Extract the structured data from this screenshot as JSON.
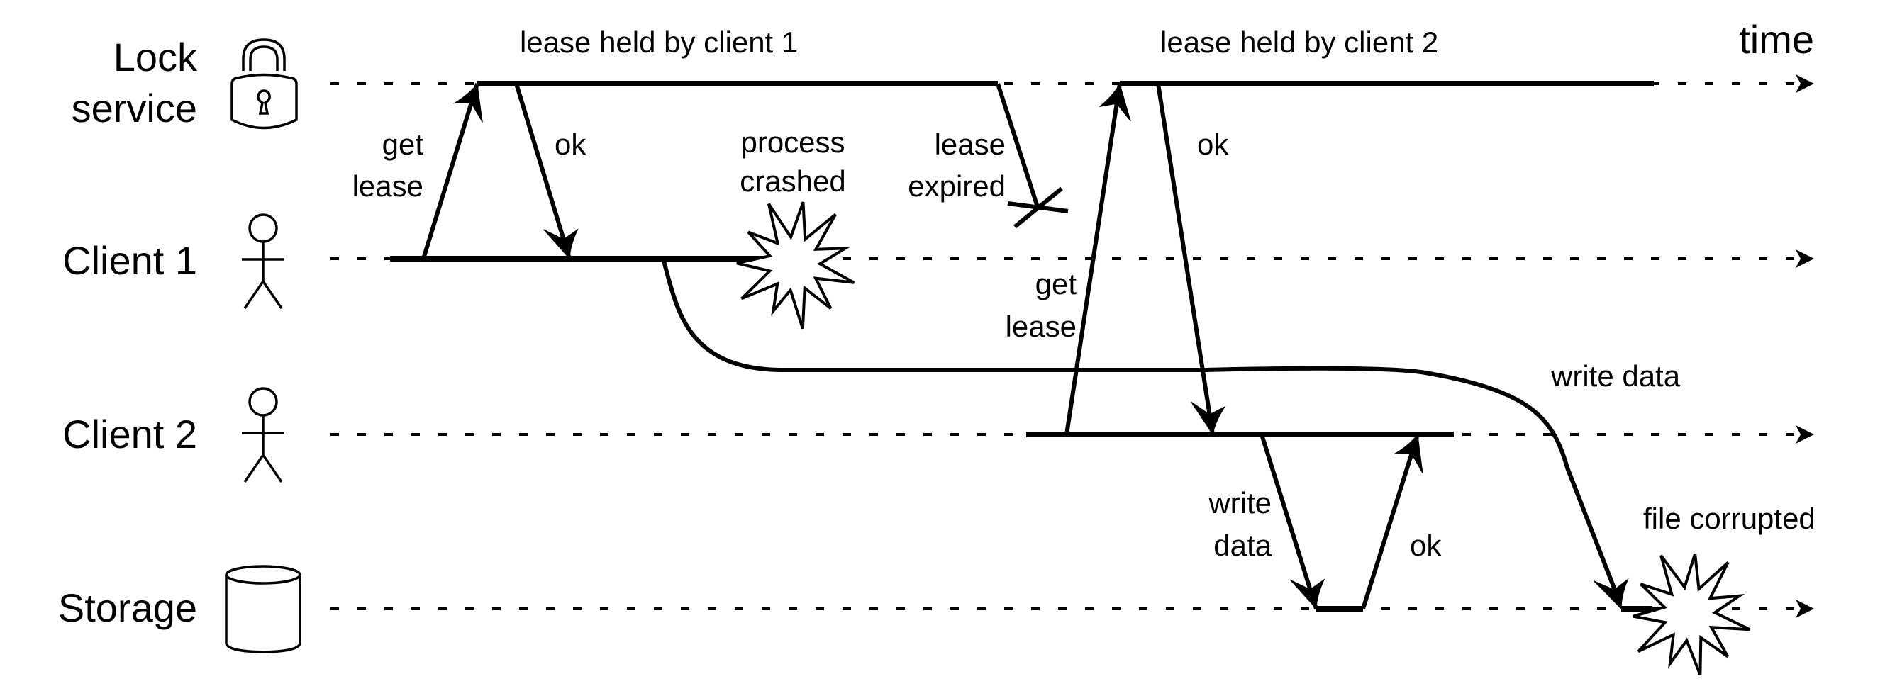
{
  "title": "Lease-based locking with process pause and file corruption",
  "participants": [
    {
      "id": "lock",
      "lines": [
        "Lock",
        "service"
      ],
      "icon": "padlock-icon"
    },
    {
      "id": "client1",
      "lines": [
        "Client 1"
      ],
      "icon": "stick-figure-icon"
    },
    {
      "id": "client2",
      "lines": [
        "Client 2"
      ],
      "icon": "stick-figure-icon"
    },
    {
      "id": "storage",
      "lines": [
        "Storage"
      ],
      "icon": "database-cylinder-icon"
    }
  ],
  "time_label": "time",
  "lease_labels": {
    "client1": "lease held by client 1",
    "client2": "lease held by client 2"
  },
  "messages": [
    {
      "id": "c1-get-lease",
      "from": "client1",
      "to": "lock",
      "lines": [
        "get",
        "lease"
      ]
    },
    {
      "id": "lock-ok-c1",
      "from": "lock",
      "to": "client1",
      "lines": [
        "ok"
      ]
    },
    {
      "id": "lease-expired",
      "from": "lock",
      "to": "lost",
      "lines": [
        "lease",
        "expired"
      ]
    },
    {
      "id": "c2-get-lease",
      "from": "client2",
      "to": "lock",
      "lines": [
        "get",
        "lease"
      ]
    },
    {
      "id": "lock-ok-c2",
      "from": "lock",
      "to": "client2",
      "lines": [
        "ok"
      ]
    },
    {
      "id": "c2-write-data",
      "from": "client2",
      "to": "storage",
      "lines": [
        "write",
        "data"
      ]
    },
    {
      "id": "storage-ok-c2",
      "from": "storage",
      "to": "client2",
      "lines": [
        "ok"
      ]
    },
    {
      "id": "c1-write-data",
      "from": "client1",
      "to": "storage",
      "lines": [
        "write data"
      ]
    }
  ],
  "events": [
    {
      "id": "process-crashed",
      "on": "client1",
      "lines": [
        "process",
        "crashed"
      ],
      "icon": "explosion-icon"
    },
    {
      "id": "file-corrupted",
      "on": "storage",
      "lines": [
        "file corrupted"
      ],
      "icon": "explosion-icon"
    }
  ]
}
